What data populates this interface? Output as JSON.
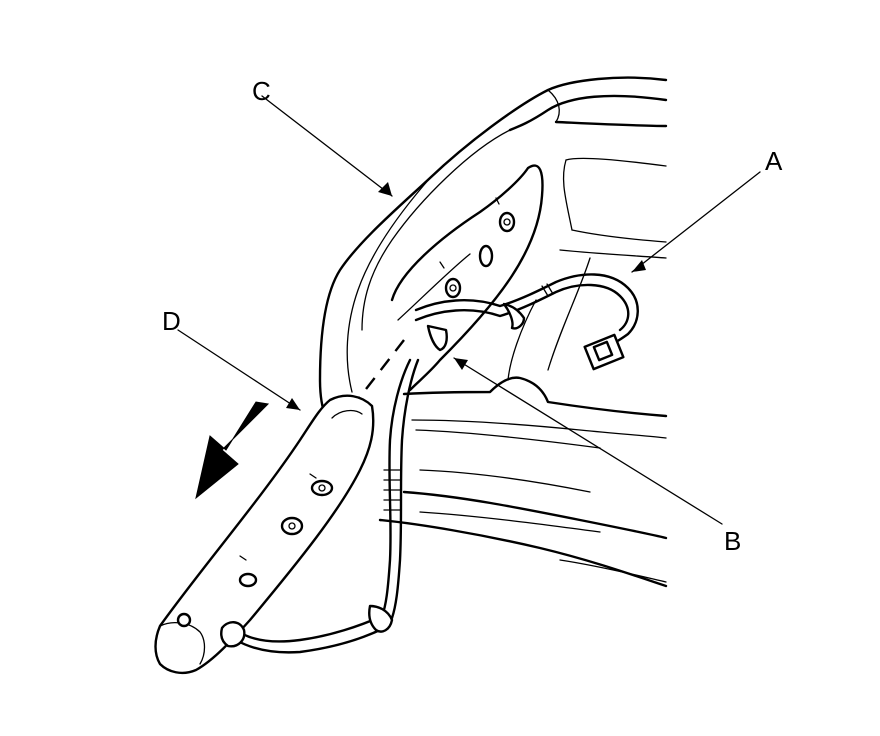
{
  "diagram": {
    "callouts": [
      {
        "id": "A",
        "label": "A"
      },
      {
        "id": "B",
        "label": "B"
      },
      {
        "id": "C",
        "label": "C"
      },
      {
        "id": "D",
        "label": "D"
      }
    ],
    "colors": {
      "line": "#000000",
      "background": "#ffffff"
    }
  }
}
